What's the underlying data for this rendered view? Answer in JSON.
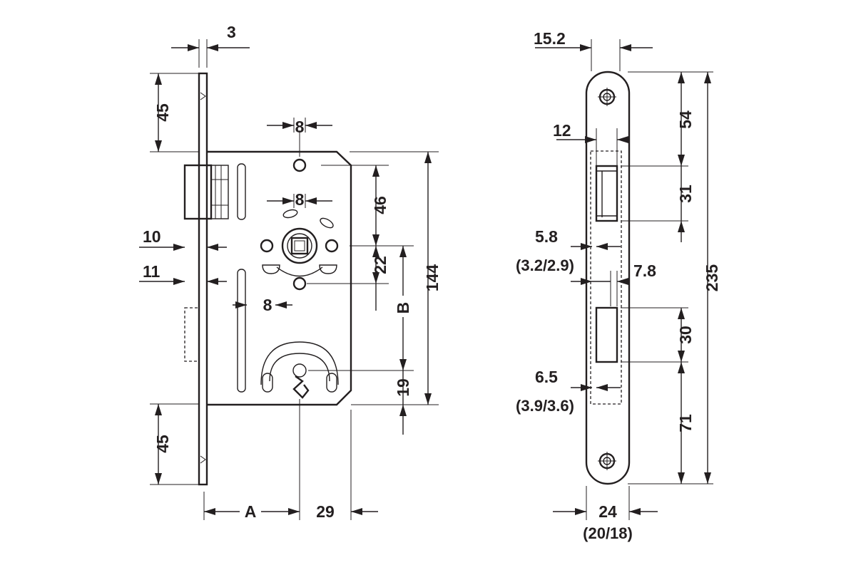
{
  "front_view": {
    "faceplate_thickness": "3",
    "top_screw_distance": "45",
    "bottom_screw_distance": "45",
    "follower_hole_spacing_top": "8",
    "follower_hole_spacing_mid": "8",
    "follower_hole_spacing_low": "8",
    "follower_to_top_hole": "46",
    "follower_to_bottom_hole": "22",
    "case_height": "144",
    "center_distance": "B",
    "keyhole_to_bottom": "19",
    "latch_projection": "10",
    "bolt_projection": "11",
    "backset": "A",
    "case_depth_from_center": "29"
  },
  "side_view": {
    "faceplate_offset": "15.2",
    "latch_width": "12",
    "top_to_latch": "54",
    "latch_height": "31",
    "faceplate_height": "235",
    "latch_offset": "5.8",
    "latch_offset_alt": "(3.2/2.9)",
    "bolt_width": "7.8",
    "bolt_height": "30",
    "bolt_offset": "6.5",
    "bolt_offset_alt": "(3.9/3.6)",
    "bolt_to_bottom": "71",
    "faceplate_width": "24",
    "faceplate_width_alt": "(20/18)"
  }
}
